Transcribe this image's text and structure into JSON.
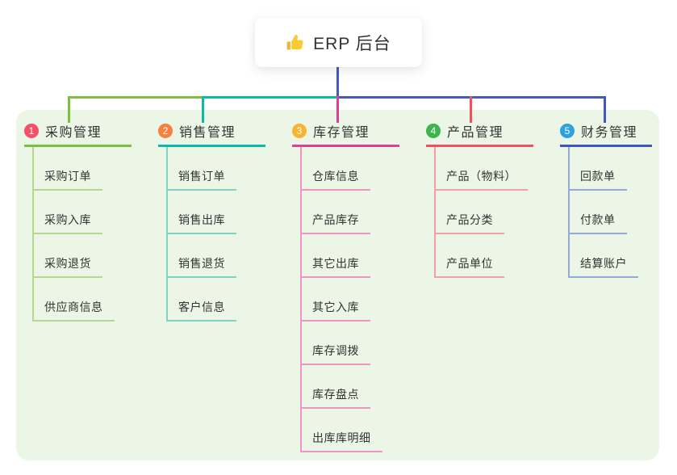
{
  "root": {
    "title": "ERP 后台",
    "icon": "thumbs-up"
  },
  "connector": {
    "trunk_color": "#4558c8"
  },
  "branches": [
    {
      "badge": "1",
      "label": "采购管理",
      "badge_color": "#f4506a",
      "color": "#7fbf3f",
      "light_color": "#b3d98f",
      "children": [
        "采购订单",
        "采购入库",
        "采购退货",
        "供应商信息"
      ]
    },
    {
      "badge": "2",
      "label": "销售管理",
      "badge_color": "#f5813c",
      "color": "#0db9a8",
      "light_color": "#7fd2c7",
      "children": [
        "销售订单",
        "销售出库",
        "销售退货",
        "客户信息"
      ]
    },
    {
      "badge": "3",
      "label": "库存管理",
      "badge_color": "#f8b331",
      "color": "#e03e92",
      "light_color": "#f193c4",
      "children": [
        "仓库信息",
        "产品库存",
        "其它出库",
        "其它入库",
        "库存调拨",
        "库存盘点",
        "出库库明细"
      ]
    },
    {
      "badge": "4",
      "label": "产品管理",
      "badge_color": "#3cb54d",
      "color": "#f2505e",
      "light_color": "#f99fa4",
      "children": [
        "产品（物料）",
        "产品分类",
        "产品单位"
      ]
    },
    {
      "badge": "5",
      "label": "财务管理",
      "badge_color": "#2fa1e0",
      "color": "#3f57c2",
      "light_color": "#95a9dd",
      "children": [
        "回款单",
        "付款单",
        "结算账户"
      ]
    }
  ]
}
